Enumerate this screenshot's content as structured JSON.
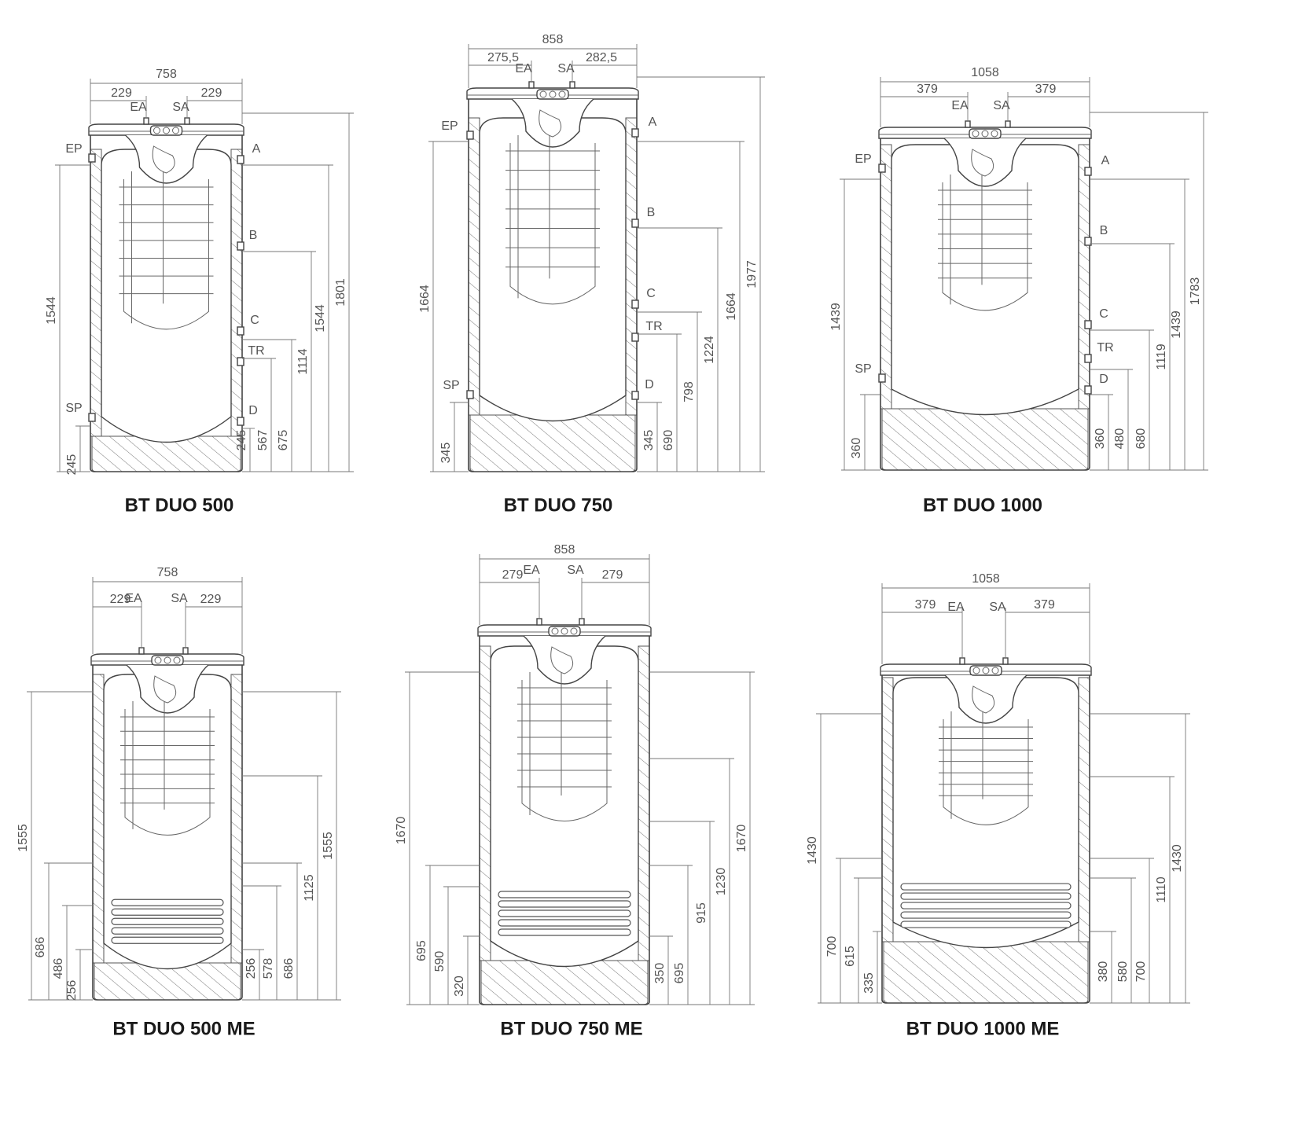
{
  "units": [
    {
      "title": "BT DUO 500",
      "widths": {
        "total": "758",
        "left": "229",
        "right": "229"
      },
      "top_labels": [
        "EA",
        "SA"
      ],
      "side_labels": {
        "left": [
          "EP",
          "SP"
        ],
        "right": [
          "A",
          "B",
          "C",
          "TR",
          "D"
        ]
      },
      "left_dims": [
        "1544",
        "245"
      ],
      "right_dims": [
        "245",
        "567",
        "675",
        "1114",
        "1544",
        "1801"
      ]
    },
    {
      "title": "BT DUO 750",
      "widths": {
        "total": "858",
        "left": "275,5",
        "right": "282,5"
      },
      "top_labels": [
        "EA",
        "SA"
      ],
      "side_labels": {
        "left": [
          "EP",
          "SP"
        ],
        "right": [
          "A",
          "B",
          "C",
          "TR",
          "D"
        ]
      },
      "left_dims": [
        "1664",
        "345"
      ],
      "right_dims": [
        "345",
        "690",
        "798",
        "1224",
        "1664",
        "1977"
      ]
    },
    {
      "title": "BT DUO 1000",
      "widths": {
        "total": "1058",
        "left": "379",
        "right": "379"
      },
      "top_labels": [
        "EA",
        "SA"
      ],
      "side_labels": {
        "left": [
          "EP",
          "SP"
        ],
        "right": [
          "A",
          "B",
          "C",
          "TR",
          "D"
        ]
      },
      "left_dims": [
        "1439",
        "360"
      ],
      "right_dims": [
        "360",
        "480",
        "680",
        "1119",
        "1439",
        "1783"
      ]
    },
    {
      "title": "BT DUO 500 ME",
      "widths": {
        "total": "758",
        "left": "229",
        "right": "229"
      },
      "top_labels": [
        "EA",
        "SA"
      ],
      "side_labels": {
        "left": [],
        "right": []
      },
      "left_dims": [
        "1555",
        "686",
        "486",
        "256"
      ],
      "right_dims": [
        "256",
        "578",
        "686",
        "1125",
        "1555"
      ]
    },
    {
      "title": "BT DUO 750 ME",
      "widths": {
        "total": "858",
        "left": "279",
        "right": "279"
      },
      "top_labels": [
        "EA",
        "SA"
      ],
      "side_labels": {
        "left": [],
        "right": []
      },
      "left_dims": [
        "1670",
        "695",
        "590",
        "320"
      ],
      "right_dims": [
        "350",
        "695",
        "915",
        "1230",
        "1670"
      ]
    },
    {
      "title": "BT DUO 1000 ME",
      "widths": {
        "total": "1058",
        "left": "379",
        "right": "379"
      },
      "top_labels": [
        "SA",
        "EA"
      ],
      "side_labels": {
        "left": [],
        "right": []
      },
      "left_dims": [
        "1430",
        "700",
        "615",
        "335"
      ],
      "right_dims": [
        "380",
        "580",
        "700",
        "1110",
        "1430"
      ]
    }
  ]
}
